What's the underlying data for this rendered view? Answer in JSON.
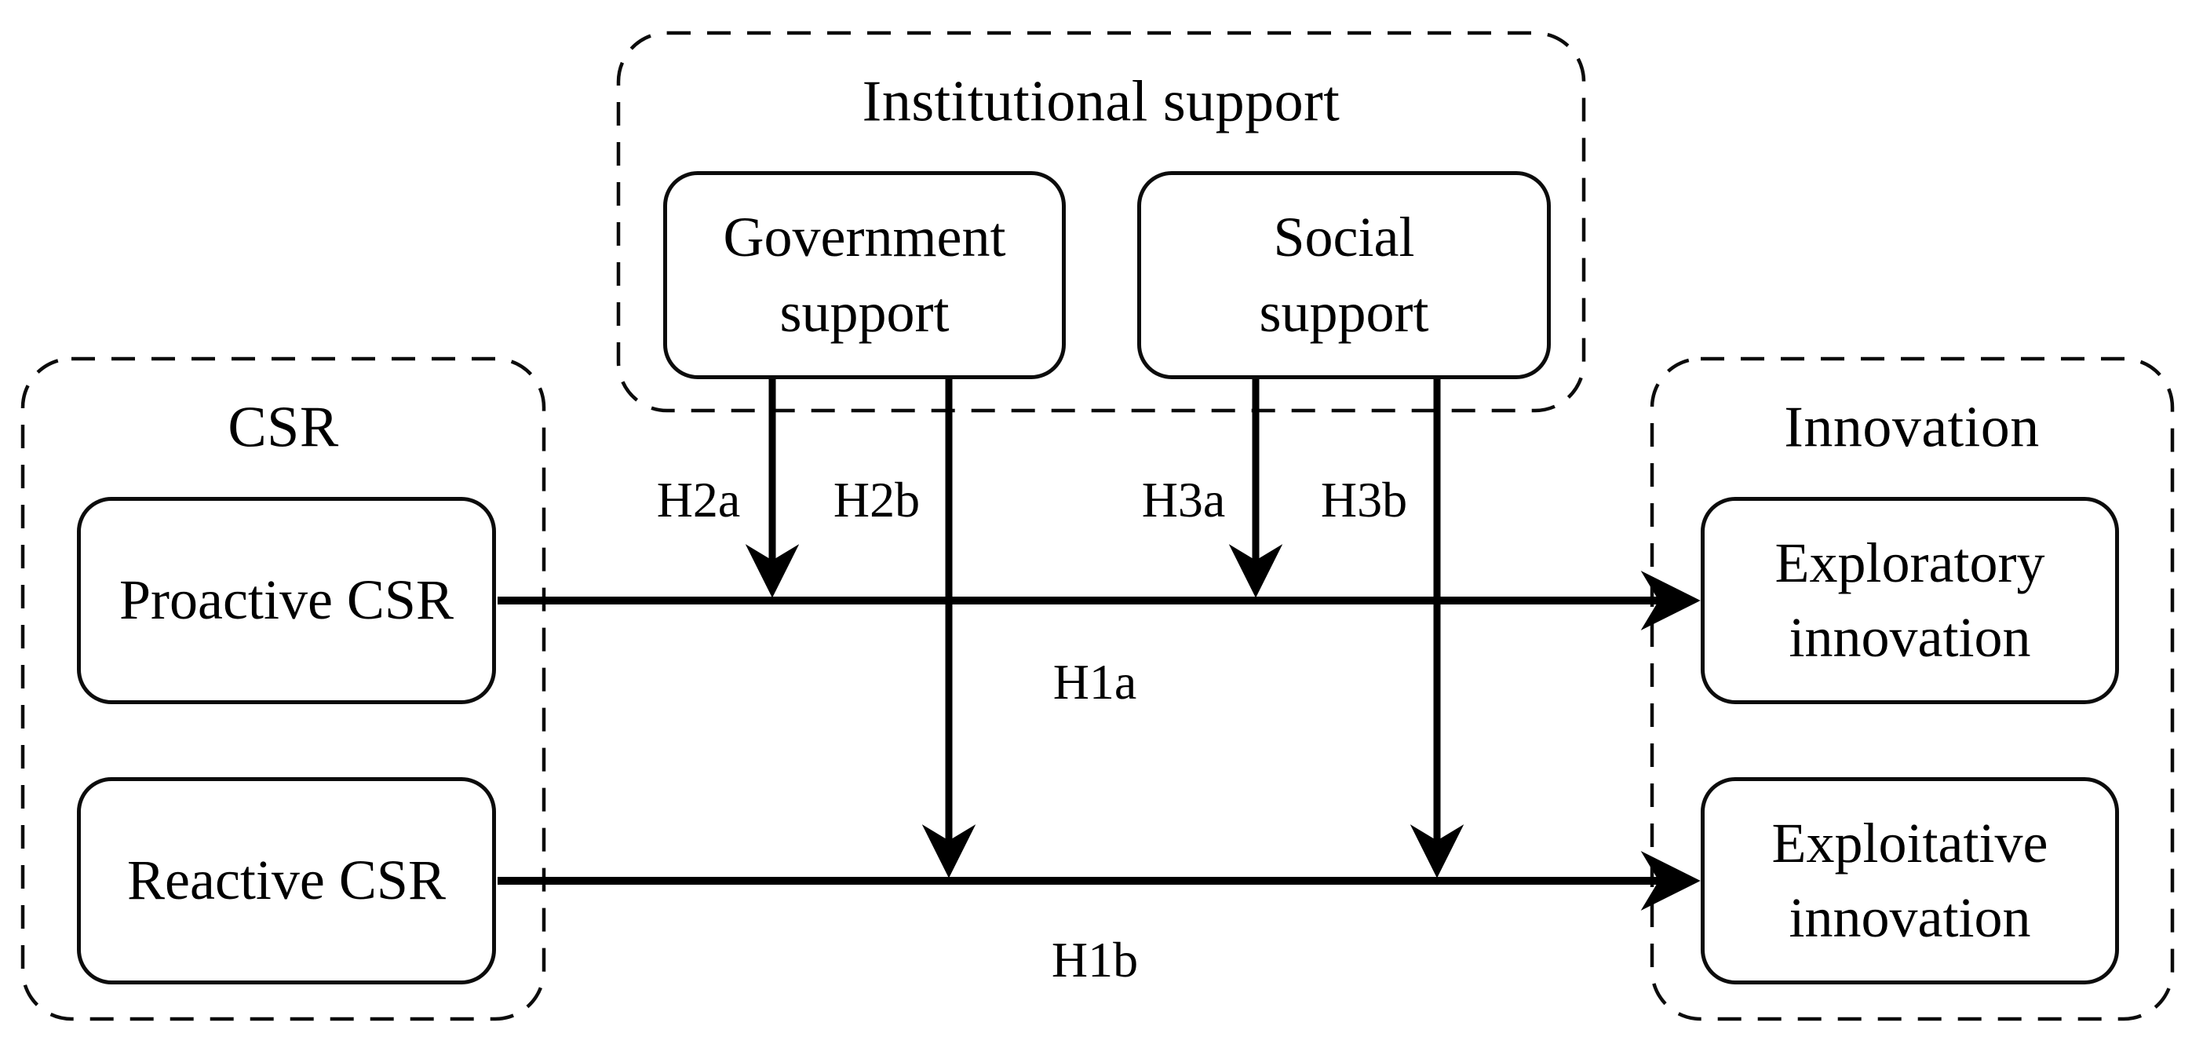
{
  "diagram": {
    "groups": [
      {
        "id": "csr",
        "title": "CSR",
        "items": [
          {
            "label": "Proactive CSR"
          },
          {
            "label": "Reactive CSR"
          }
        ]
      },
      {
        "id": "institutional-support",
        "title": "Institutional support",
        "items": [
          {
            "label": "Government support"
          },
          {
            "label": "Social support"
          }
        ]
      },
      {
        "id": "innovation",
        "title": "Innovation",
        "items": [
          {
            "label": "Exploratory innovation"
          },
          {
            "label": "Exploitative innovation"
          }
        ]
      }
    ],
    "hypotheses": {
      "h1a": "H1a",
      "h1b": "H1b",
      "h2a": "H2a",
      "h2b": "H2b",
      "h3a": "H3a",
      "h3b": "H3b"
    },
    "colors": {
      "line": "#000000",
      "box_border": "#0c0c0c",
      "background": "#ffffff",
      "text": "#000000"
    }
  }
}
